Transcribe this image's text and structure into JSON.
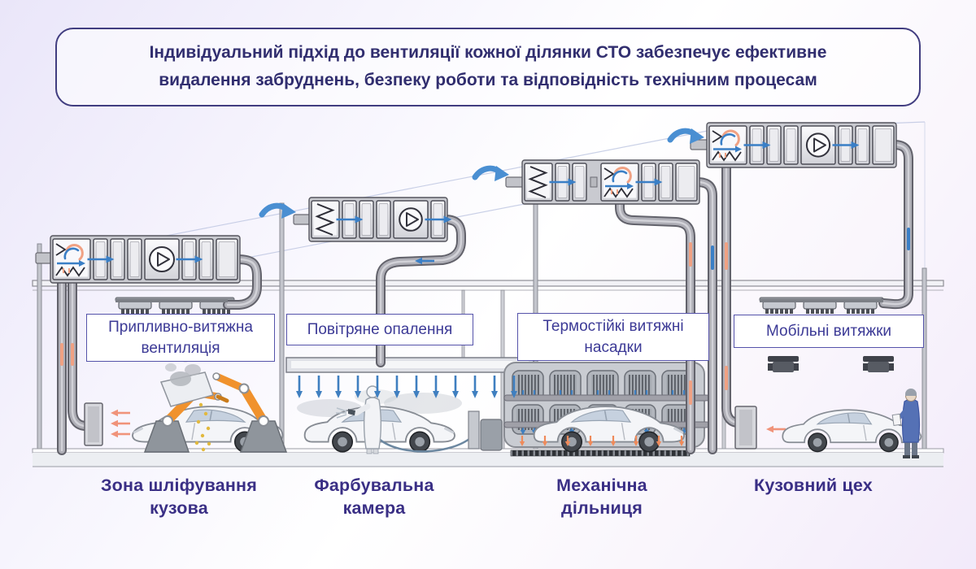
{
  "header": {
    "text": "Індивідуальний підхід до вентиляції кожної ділянки СТО забезпечує ефективне видалення забруднень, безпеку роботи та відповідність технічним процесам"
  },
  "zones": [
    {
      "label": "Припливно-витяжна вентиляція",
      "name": "Зона шліфування кузова"
    },
    {
      "label": "Повітряне опалення",
      "name": "Фарбувальна камера"
    },
    {
      "label": "Термостійкі витяжні насадки",
      "name": "Механічна дільниця"
    },
    {
      "label": "Мобільні витяжки",
      "name": "Кузовний цех"
    }
  ],
  "icons": {
    "fan": "circle-with-triangle",
    "heat_recovery": "circle-arrows-with-zigzag",
    "filter": "zigzag-pleats",
    "air_intake": "curved-blue-arrow",
    "supply_flow": "blue-down-arrows",
    "exhaust_flow": "orange-left-arrows"
  },
  "palette": {
    "ink_dark": "#312e6f",
    "label_ink": "#3c3a96",
    "name_ink": "#3a2f85",
    "border_indigo": "#413d80",
    "accent_blue": "#3f7fc0",
    "accent_orange": "#f09035",
    "duct_gray": "#9a9aa2"
  }
}
